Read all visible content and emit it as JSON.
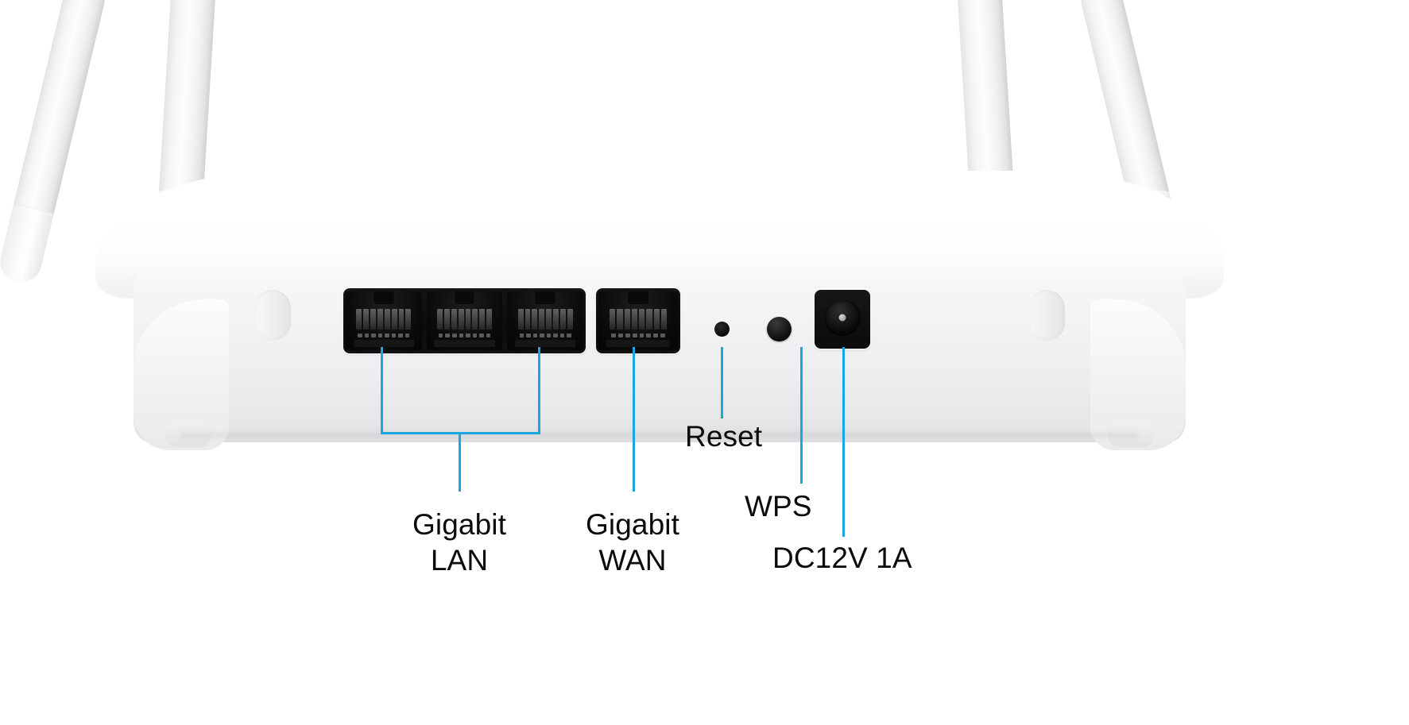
{
  "scene": {
    "subject": "wireless-router-rear-panel",
    "background_color": "#ffffff",
    "accent_color": "#1ba6e0",
    "label_color": "#0b0b0b"
  },
  "device": {
    "antennas": [
      {
        "name": "antenna-left-outer"
      },
      {
        "name": "antenna-left-inner"
      },
      {
        "name": "antenna-right-inner"
      },
      {
        "name": "antenna-right-outer"
      }
    ],
    "lan_port_count": 3,
    "wan_port_count": 1
  },
  "callouts": [
    {
      "id": "gigabit-lan",
      "label": "Gigabit\nLAN",
      "target": "lan-port-group",
      "style": "bracket"
    },
    {
      "id": "gigabit-wan",
      "label": "Gigabit\nWAN",
      "target": "wan-port",
      "style": "line"
    },
    {
      "id": "reset",
      "label": "Reset",
      "target": "reset-pinhole",
      "style": "line"
    },
    {
      "id": "wps",
      "label": "WPS",
      "target": "wps-button",
      "style": "line"
    },
    {
      "id": "power",
      "label": "DC12V 1A",
      "target": "dc-power-jack",
      "style": "line"
    }
  ]
}
